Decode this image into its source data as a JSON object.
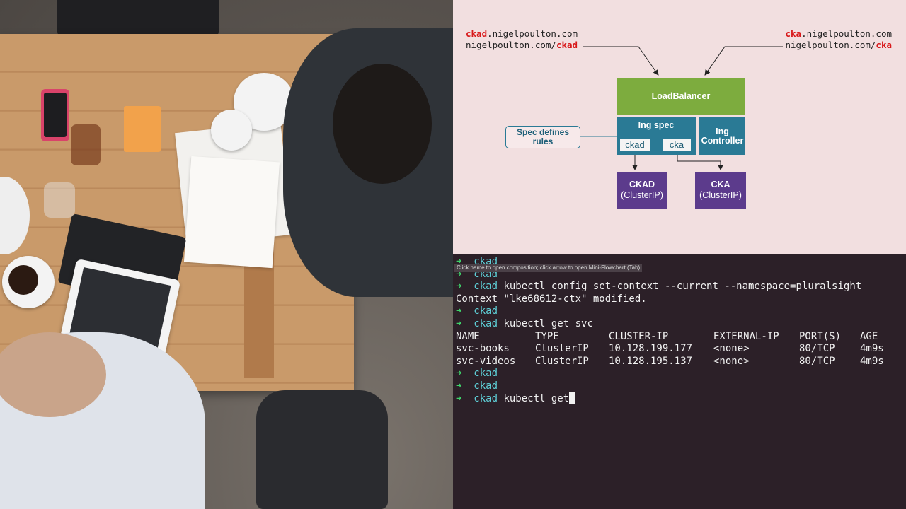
{
  "diagram": {
    "left_urls": [
      {
        "prefix": "",
        "highlight": "ckad",
        "suffix": ".nigelpoulton.com"
      },
      {
        "prefix": "nigelpoulton.com/",
        "highlight": "ckad",
        "suffix": ""
      }
    ],
    "right_urls": [
      {
        "prefix": "",
        "highlight": "cka",
        "suffix": ".nigelpoulton.com"
      },
      {
        "prefix": "nigelpoulton.com/",
        "highlight": "cka",
        "suffix": ""
      }
    ],
    "load_balancer": "LoadBalancer",
    "ing_spec": "Ing spec",
    "ing_controller_line1": "Ing",
    "ing_controller_line2": "Controller",
    "tag_ckad": "ckad",
    "tag_cka": "cka",
    "svc_ckad_name": "CKAD",
    "svc_ckad_type": "(ClusterIP)",
    "svc_cka_name": "CKA",
    "svc_cka_type": "(ClusterIP)",
    "note_line1": "Spec defines",
    "note_line2": "rules",
    "colors": {
      "highlight": "#d8181a",
      "load_balancer": "#7dac3e",
      "ingress": "#2a7a95",
      "service": "#5c3b8c",
      "background": "#f2dfe0"
    }
  },
  "terminal": {
    "tooltip": "Click name to open composition; click arrow to open Mini-Flowchart (Tab)",
    "prompt_arrow": "➜",
    "prompt_dir": "ckad",
    "lines": [
      {
        "type": "prompt",
        "cmd": ""
      },
      {
        "type": "prompt",
        "cmd": ""
      },
      {
        "type": "prompt",
        "cmd": "kubectl config set-context --current --namespace=pluralsight"
      },
      {
        "type": "output",
        "text": "Context \"lke68612-ctx\" modified."
      },
      {
        "type": "prompt",
        "cmd": ""
      },
      {
        "type": "prompt",
        "cmd": "kubectl get svc"
      }
    ],
    "table": {
      "headers": [
        "NAME",
        "TYPE",
        "CLUSTER-IP",
        "EXTERNAL-IP",
        "PORT(S)",
        "AGE"
      ],
      "rows": [
        [
          "svc-books",
          "ClusterIP",
          "10.128.199.177",
          "<none>",
          "80/TCP",
          "4m9s"
        ],
        [
          "svc-videos",
          "ClusterIP",
          "10.128.195.137",
          "<none>",
          "80/TCP",
          "4m9s"
        ]
      ]
    },
    "after_lines": [
      {
        "type": "prompt",
        "cmd": ""
      },
      {
        "type": "prompt",
        "cmd": ""
      }
    ],
    "current_cmd": "kubectl get",
    "colors": {
      "arrow": "#3ed36a",
      "dir": "#5fd0d8",
      "background": "#2c2028"
    }
  }
}
